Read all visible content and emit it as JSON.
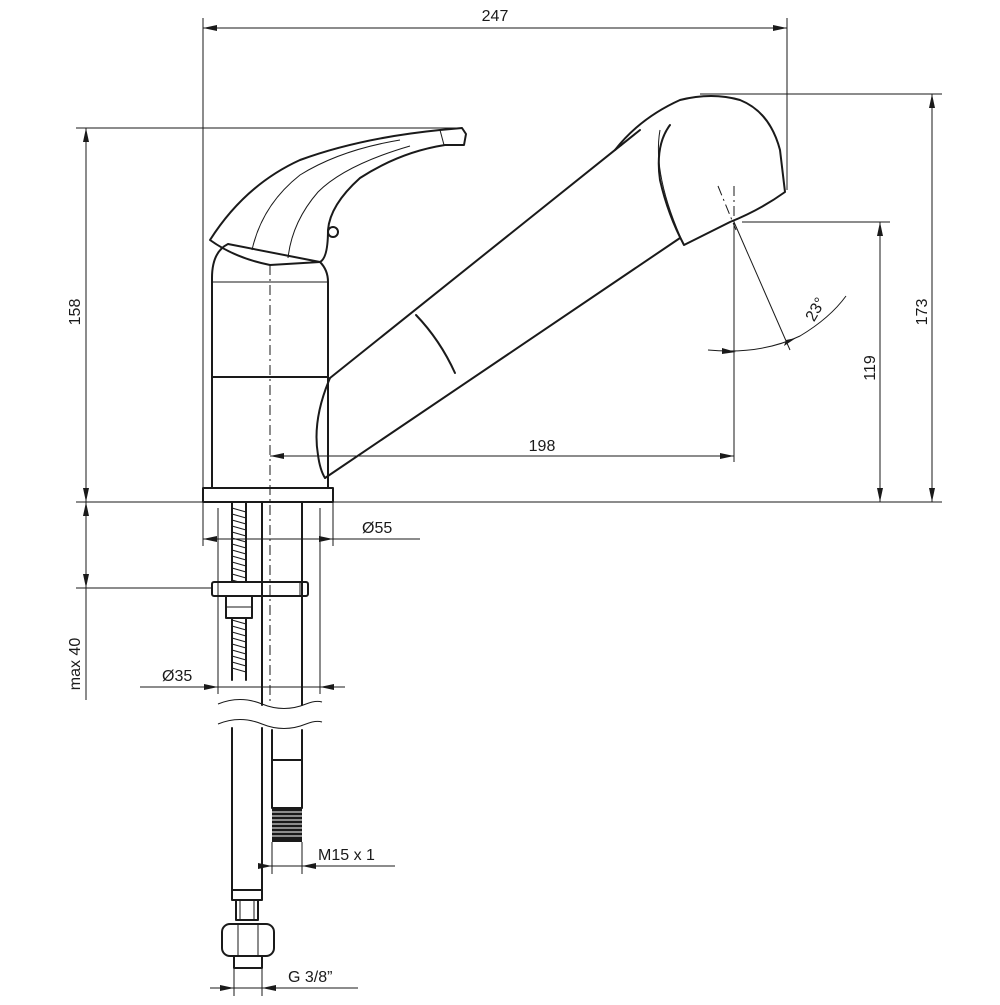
{
  "dimensions": {
    "total_width": "247",
    "total_height": "173",
    "spout_height": "119",
    "body_height": "158",
    "spout_reach": "198",
    "spray_angle": "23°",
    "base_diameter": "Ø55",
    "mount_hole_diameter": "Ø35",
    "max_counter_thickness": "max 40",
    "hose_thread": "M15 x 1",
    "supply_connection": "G 3/8”"
  }
}
